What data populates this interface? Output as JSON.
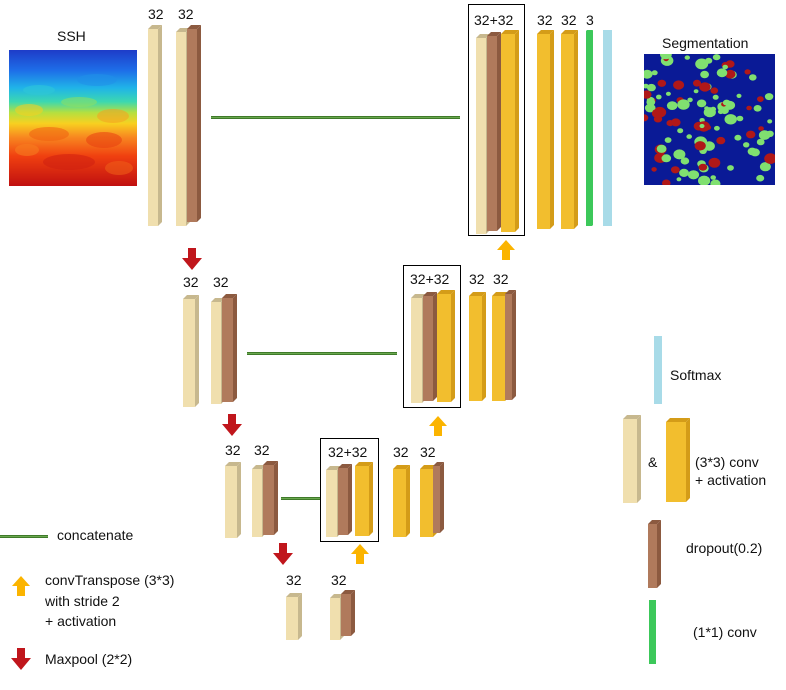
{
  "labels": {
    "ssh": "SSH",
    "segmentation": "Segmentation",
    "l1_enc_a": "32",
    "l1_enc_b": "32",
    "l1_concat": "32+32",
    "l1_dec_a": "32",
    "l1_dec_b": "32",
    "l1_out": "3",
    "l2_enc_a": "32",
    "l2_enc_b": "32",
    "l2_concat": "32+32",
    "l2_dec_a": "32",
    "l2_dec_b": "32",
    "l3_enc_a": "32",
    "l3_enc_b": "32",
    "l3_concat": "32+32",
    "l3_dec_a": "32",
    "l3_dec_b": "32",
    "l4_a": "32",
    "l4_b": "32"
  },
  "legend": {
    "concatenate": "concatenate",
    "conv_transpose_1": "convTranspose (3*3)",
    "conv_transpose_2": "with stride 2",
    "conv_transpose_3": "+ activation",
    "maxpool": "Maxpool (2*2)",
    "softmax": "Softmax",
    "ampersand": "&",
    "conv_1": "(3*3) conv",
    "conv_2": "+ activation",
    "dropout": "dropout(0.2)",
    "conv1x1": "(1*1) conv"
  },
  "colors": {
    "conv_light": "#f0dfae",
    "conv_light_side": "#c7b88e",
    "dropout": "#b07a5c",
    "dropout_side": "#8c5a40",
    "upconv": "#f2be2e",
    "upconv_side": "#d49c18",
    "conv1x1": "#3cc85a",
    "softmax": "#a8dbe8",
    "concat_line": "#6aa84f",
    "pool_arrow": "#c0161c",
    "up_arrow": "#fbb400"
  }
}
